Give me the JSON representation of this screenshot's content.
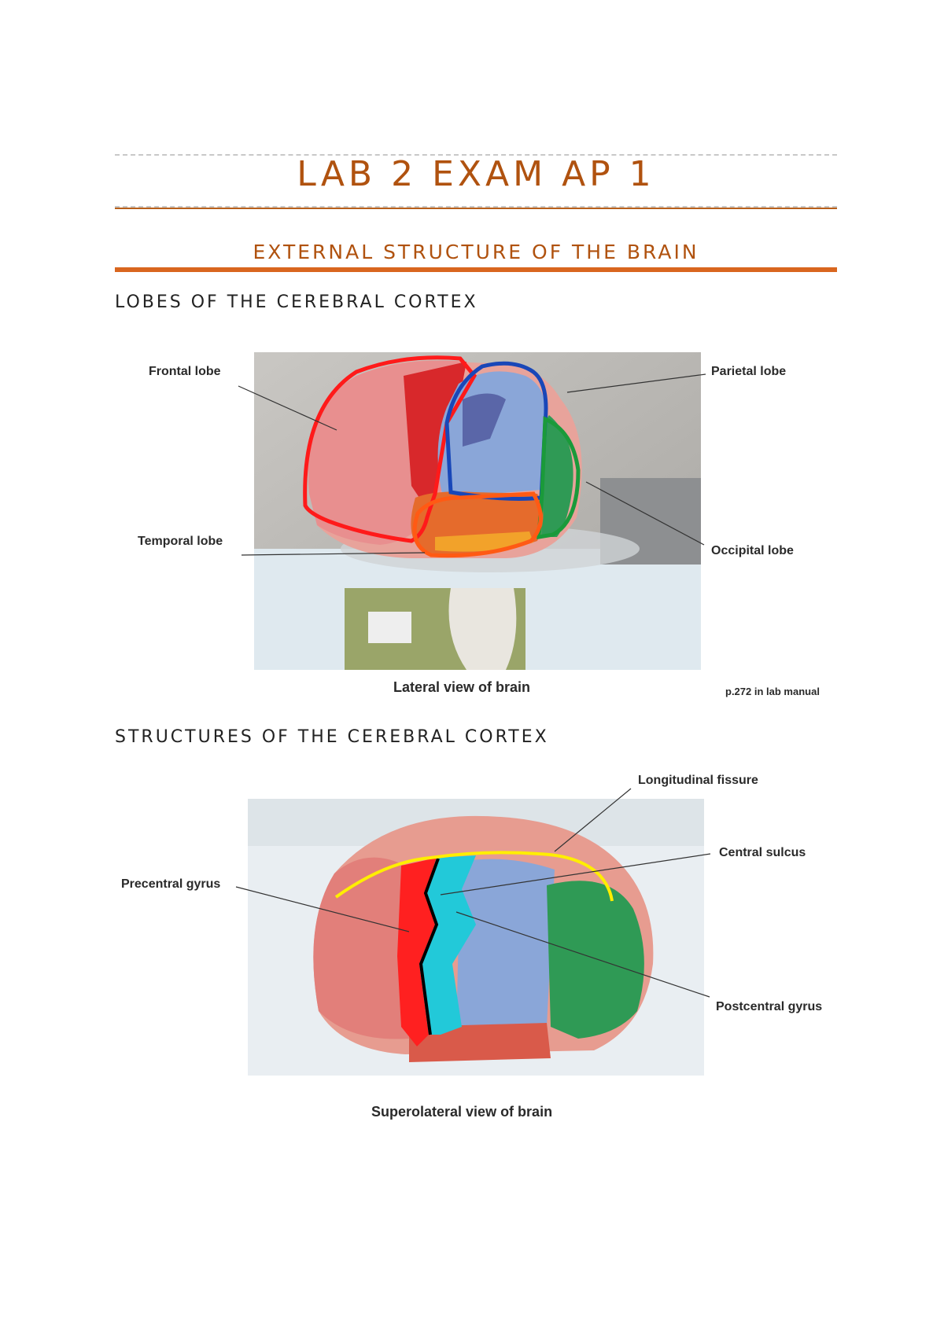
{
  "document": {
    "title": "LAB 2 EXAM AP 1",
    "section": "EXTERNAL STRUCTURE OF THE BRAIN"
  },
  "figure1": {
    "heading": "LOBES OF THE CEREBRAL CORTEX",
    "labels": {
      "frontal": "Frontal lobe",
      "parietal": "Parietal lobe",
      "temporal": "Temporal lobe",
      "occipital": "Occipital lobe"
    },
    "caption": "Lateral view of brain",
    "reference": "p.272 in lab manual",
    "outline_colors": {
      "frontal": "#ff1a1a",
      "parietal": "#1947b8",
      "temporal": "#ff5a14",
      "occipital": "#1a9a3a"
    }
  },
  "figure2": {
    "heading": "STRUCTURES OF THE CEREBRAL CORTEX",
    "labels": {
      "longitudinal": "Longitudinal fissure",
      "central": "Central sulcus",
      "precentral": "Precentral gyrus",
      "postcentral": "Postcentral gyrus"
    },
    "caption": "Superolateral view of brain",
    "highlight_colors": {
      "fissure": "#ffee00",
      "precentral": "#ff2020",
      "postcentral": "#22c9d9",
      "sulcus": "#000000"
    }
  },
  "colors": {
    "accent": "#b0520f",
    "accent_rule": "#d9661f"
  }
}
